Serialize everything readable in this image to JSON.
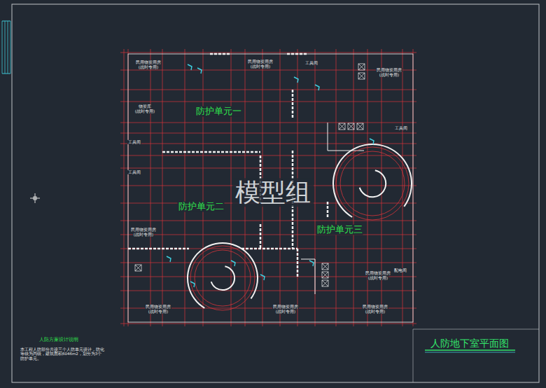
{
  "diagram": {
    "title": "人防地下室平面图",
    "labels": [
      "防护单元一",
      "防护单元二",
      "防护单元三",
      "模型组",
      "人防方案设计说明",
      "本工程人防部分共设三个人防单元设计，防化等级为丙级，建筑面积6046m2，划分为3个防护单元。",
      "民用物资用房",
      "(战时专用)",
      "民用物资用房",
      "(战时专用)",
      "民用物资用房",
      "(战时专用)",
      "物资库",
      "(战时专用)",
      "工具间",
      "工具间",
      "工具间",
      "工具间",
      "民用物资用房",
      "(战时专用)",
      "民用物资用房",
      "(战时专用)",
      "民用物资用房",
      "(战时专用)",
      "民用物资用房",
      "(战时专用)",
      "民用物资用房",
      "(战时专用)",
      "配电间"
    ]
  }
}
